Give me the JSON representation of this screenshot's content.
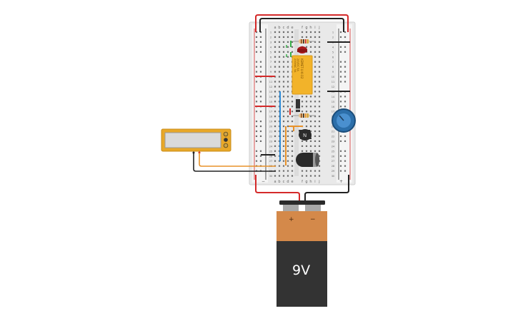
{
  "breadboard": {
    "columns_left": [
      "a",
      "b",
      "c",
      "d",
      "e"
    ],
    "columns_right": [
      "f",
      "g",
      "h",
      "i",
      "j"
    ],
    "row_count": 30,
    "rail_minus": "−",
    "rail_plus": "+"
  },
  "battery": {
    "label": "9V",
    "plus": "+",
    "minus": "−",
    "body_color": "#333333",
    "cap_color": "#d4894a"
  },
  "relay": {
    "lines": [
      "KEMET-U-K-O2",
      "24VDC 5A",
      "230VAC 5A"
    ]
  },
  "transistor": {
    "label": "N"
  },
  "colors": {
    "wire_red": "#d42a2a",
    "wire_black": "#222222",
    "wire_orange": "#e8922a",
    "wire_blue": "#2d8ad6",
    "wire_green": "#38b24a",
    "meter_case": "#e8a829",
    "relay_body": "#f2b32a",
    "pot": "#2c6faa"
  }
}
